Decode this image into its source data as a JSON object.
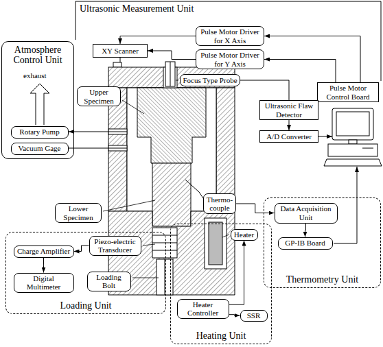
{
  "diagram": {
    "nodes": [
      {
        "text": [
          "Pulse Motor Driver for X Axis"
        ]
      },
      {
        "text": [
          "Pulse Motor Driver for Y Axis"
        ]
      },
      {
        "text": [
          "XY Scanner"
        ]
      },
      {
        "text": [
          "Focus Type Probe"
        ]
      },
      {
        "text": [
          "Upper Specimen"
        ]
      },
      {
        "text": [
          "Pulse Motor Control Board"
        ]
      },
      {
        "text": [
          "Ultrasonic Flaw Detector"
        ]
      },
      {
        "text": [
          "A/D Converter"
        ]
      },
      {
        "text": [
          "Atmosphere Control Unit"
        ]
      },
      {
        "text": [
          "Rotary Pump"
        ],
        "in": 8
      },
      {
        "text": [
          "Vacuum Gage"
        ],
        "in": 8
      },
      {
        "text": [
          "Thermo- couple"
        ]
      },
      {
        "text": [
          "Lower Specimen"
        ]
      },
      {
        "text": [
          "Loading Unit"
        ]
      },
      {
        "text": [
          "Charge Amplifier"
        ],
        "in": 13
      },
      {
        "text": [
          "Piezo-electric Transducer"
        ],
        "in": 13
      },
      {
        "text": [
          "Digital Multimeter"
        ],
        "in": 13
      },
      {
        "text": [
          "Loading Bolt"
        ],
        "in": 13
      },
      {
        "text": [
          "Thermometry Unit"
        ]
      },
      {
        "text": [
          "Data Acquisition Unit"
        ],
        "in": 18
      },
      {
        "text": [
          "GP-IB Board"
        ],
        "in": 18
      },
      {
        "text": [
          "Heating Unit"
        ]
      },
      {
        "text": [
          "Heater"
        ],
        "in": 21
      },
      {
        "text": [
          "Heater Controller"
        ],
        "in": 21
      },
      {
        "text": [
          "SSR"
        ],
        "in": 21
      }
    ],
    "edges": [
      {
        "from": 0,
        "to": 2,
        "arrow": "to"
      },
      {
        "from": 1,
        "to": 2,
        "arrow": "to"
      },
      {
        "from": 5,
        "to": 0,
        "arrow": "to"
      },
      {
        "from": 5,
        "to": 1,
        "arrow": "to"
      },
      {
        "from": 3,
        "to": 6,
        "arrow": "none"
      },
      {
        "from": 6,
        "to": 7,
        "arrow": "to"
      },
      {
        "from": 15,
        "to": 14,
        "arrow": "to"
      },
      {
        "from": 14,
        "to": 16,
        "arrow": "to"
      },
      {
        "from": 11,
        "to": 19,
        "arrow": "to"
      },
      {
        "from": 19,
        "to": 20,
        "arrow": "to"
      },
      {
        "from": 23,
        "to": 24,
        "arrow": "to"
      },
      {
        "from": 23,
        "to": 22,
        "arrow": "to"
      }
    ],
    "labels": [
      "Ultrasonic Measurement Unit",
      "exhaust"
    ]
  }
}
